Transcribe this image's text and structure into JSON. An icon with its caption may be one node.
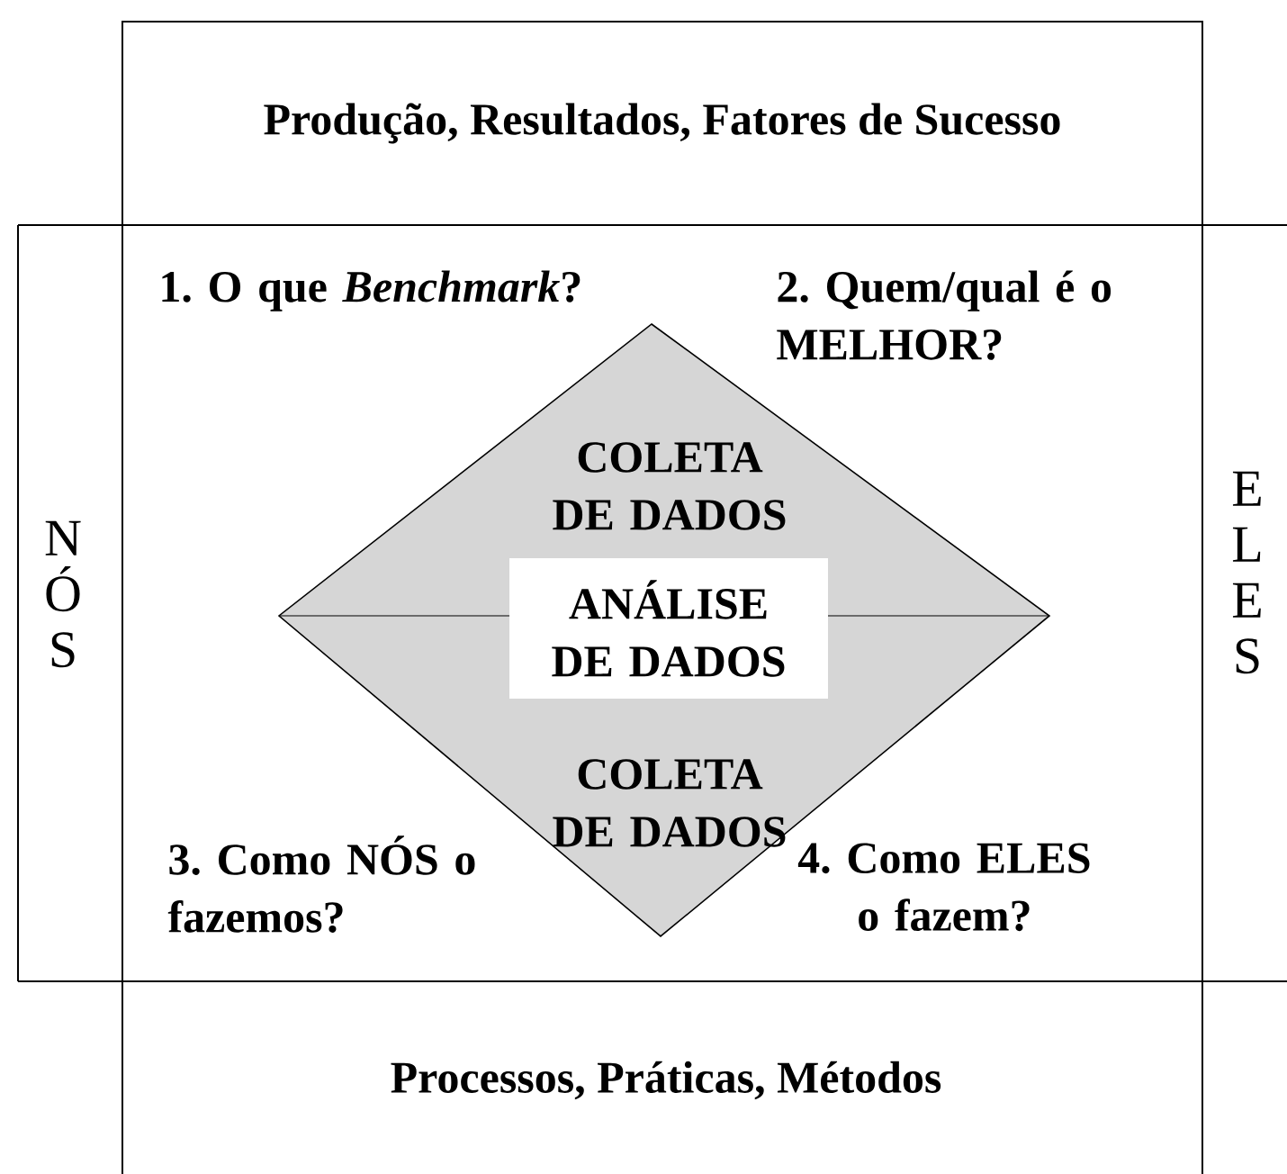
{
  "diagram": {
    "nodes": [
      {
        "text": [
          "Produção, Resultados, Fatores de Sucesso"
        ]
      },
      {
        "text": [
          "N Ó S"
        ]
      },
      {
        "text": [
          "COLETA DE DADOS",
          "COLETA DE DADOS"
        ]
      },
      {
        "text": [
          "ANÁLISE DE DADOS"
        ],
        "in": 2
      },
      {
        "text": [
          "E L E S"
        ]
      },
      {
        "text": [
          "Processos, Práticas, Métodos"
        ]
      }
    ],
    "labels": [
      "1. O que *Benchmark*?",
      "2. Quem/qual é o MELHOR?",
      "3. Como NÓS o fazemos?",
      "4. Como ELES o fazem?"
    ]
  }
}
